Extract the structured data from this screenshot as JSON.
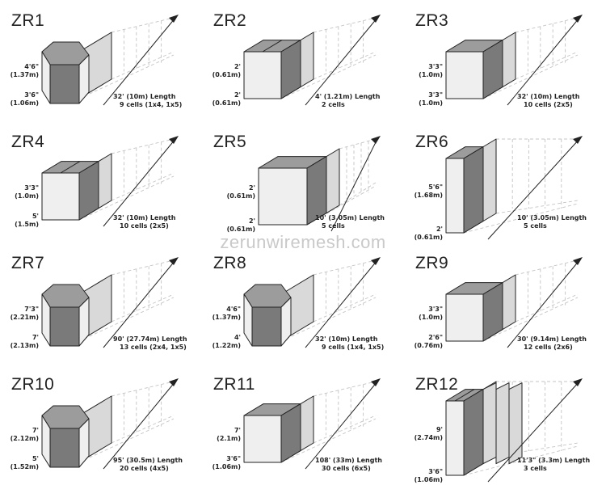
{
  "watermark": "zerunwiremesh.com",
  "colors": {
    "front_dark": "#7a7a7a",
    "front_light": "#efefef",
    "top_dark": "#9c9c9c",
    "ghost": "#d9d9d9",
    "line": "#222222"
  },
  "models": [
    {
      "title": "ZR1",
      "style": "hex",
      "height": [
        "4'6\"",
        "(1.37m)"
      ],
      "width": [
        "3'6\"",
        "(1.06m)"
      ],
      "spec": [
        "32' (10m) Length",
        "9 cells (1x4, 1x5)"
      ]
    },
    {
      "title": "ZR2",
      "style": "box2",
      "height": [
        "2'",
        "(0.61m)"
      ],
      "width": [
        "2'",
        "(0.61m)"
      ],
      "spec": [
        "4' (1.21m) Length",
        "2 cells"
      ]
    },
    {
      "title": "ZR3",
      "style": "box",
      "height": [
        "3'3\"",
        "(1.0m)"
      ],
      "width": [
        "3'3\"",
        "(1.0m)"
      ],
      "spec": [
        "32' (10m) Length",
        "10 cells  (2x5)"
      ]
    },
    {
      "title": "ZR4",
      "style": "box4",
      "height": [
        "3'3\"",
        "(1.0m)"
      ],
      "width": [
        "5'",
        "(1.5m)"
      ],
      "spec": [
        "32' (10m) Length",
        "10 cells (2x5)"
      ]
    },
    {
      "title": "ZR5",
      "style": "bigbox",
      "height": [
        "2'",
        "(0.61m)"
      ],
      "width": [
        "2'",
        "(0.61m)"
      ],
      "spec": [
        "10' (3.05m) Length",
        "5 cells"
      ]
    },
    {
      "title": "ZR6",
      "style": "tall",
      "height": [
        "5'6\"",
        "(1.68m)"
      ],
      "width": [
        "2'",
        "(0.61m)"
      ],
      "spec": [
        "10' (3.05m) Length",
        "5 cells"
      ]
    },
    {
      "title": "ZR7",
      "style": "hex",
      "height": [
        "7'3\"",
        "(2.21m)"
      ],
      "width": [
        "7'",
        "(2.13m)"
      ],
      "spec": [
        "90' (27.74m) Length",
        "13 cells (2x4, 1x5)"
      ]
    },
    {
      "title": "ZR8",
      "style": "hex",
      "height": [
        "4'6\"",
        "(1.37m)"
      ],
      "width": [
        "4'",
        "(1.22m)"
      ],
      "spec": [
        "32' (10m) Length",
        "9 cells (1x4, 1x5)"
      ]
    },
    {
      "title": "ZR9",
      "style": "box",
      "height": [
        "3'3\"",
        "(1.0m)"
      ],
      "width": [
        "2'6\"",
        "(0.76m)"
      ],
      "spec": [
        "30' (9.14m) Length",
        "12 cells (2x6)"
      ]
    },
    {
      "title": "ZR10",
      "style": "hex",
      "height": [
        "7'",
        "(2.12m)"
      ],
      "width": [
        "5'",
        "(1.52m)"
      ],
      "spec": [
        "95' (30.5m) Length",
        "20 cells (4x5)"
      ]
    },
    {
      "title": "ZR11",
      "style": "box",
      "height": [
        "7'",
        "(2.1m)"
      ],
      "width": [
        "3'6\"",
        "(1.06m)"
      ],
      "spec": [
        "108' (33m) Length",
        "30 cells (6x5)"
      ]
    },
    {
      "title": "ZR12",
      "style": "multi",
      "height": [
        "9'",
        "(2.74m)"
      ],
      "width": [
        "3'6\"",
        "(1.06m)"
      ],
      "spec": [
        "11'3\" (3.3m) Length",
        "3 cells"
      ]
    }
  ]
}
